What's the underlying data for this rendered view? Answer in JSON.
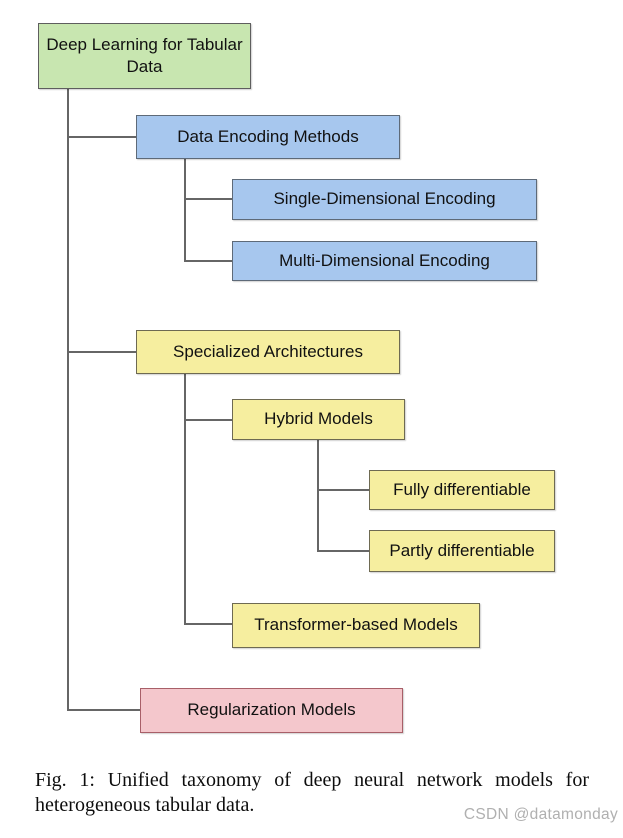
{
  "figure": {
    "root": {
      "label": "Deep Learning for Tabular Data"
    },
    "nodes": {
      "data_encoding": {
        "label": "Data Encoding Methods"
      },
      "single_dimensional": {
        "label": "Single-Dimensional Encoding"
      },
      "multi_dimensional": {
        "label": "Multi-Dimensional Encoding"
      },
      "specialized_architectures": {
        "label": "Specialized Architectures"
      },
      "hybrid_models": {
        "label": "Hybrid Models"
      },
      "fully_differentiable": {
        "label": "Fully differentiable"
      },
      "partly_differentiable": {
        "label": "Partly differentiable"
      },
      "transformer_based": {
        "label": "Transformer-based Models"
      },
      "regularization": {
        "label": "Regularization Models"
      }
    },
    "colors": {
      "root_fill": "#c8e6b0",
      "encoding_fill": "#a7c7ee",
      "architecture_fill": "#f6ee9f",
      "regularization_fill": "#f4c7cc",
      "connector": "#666666"
    }
  },
  "caption": {
    "figure_number": "Fig. 1:",
    "line1": "Fig. 1: Unified taxonomy of deep neural network models for",
    "line2": "heterogeneous tabular data.",
    "full_text": "Fig. 1: Unified taxonomy of deep neural network models for heterogeneous tabular data."
  },
  "watermark": "CSDN @datamonday"
}
